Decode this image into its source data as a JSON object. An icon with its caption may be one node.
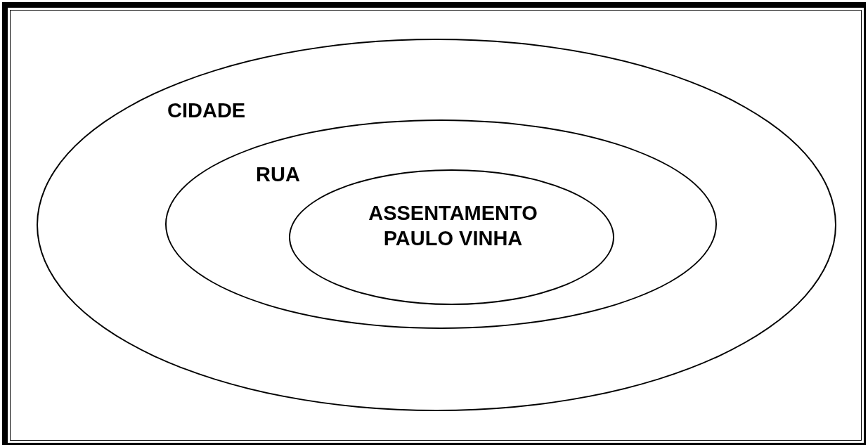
{
  "diagram": {
    "nodes": [
      {
        "text": [
          "CIDADE"
        ]
      },
      {
        "text": [
          "RUA"
        ],
        "in": 0
      },
      {
        "text": [
          "ASSENTAMENTO PAULO VINHA"
        ],
        "in": 1
      }
    ]
  }
}
